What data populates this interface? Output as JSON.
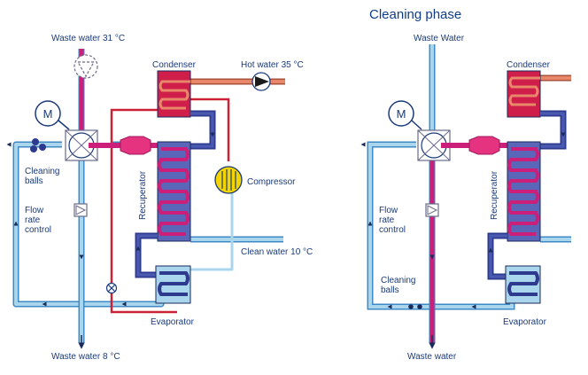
{
  "colors": {
    "waste": "#cc1f7a",
    "clean": "#a9d6ec",
    "clean_edge": "#3f89c4",
    "hot": "#e8876a",
    "dark": "#2e3a8e",
    "condenser": "#cf1e4a",
    "refrigerant": "#cc2238",
    "compressor": "#f5d500",
    "text": "#1a3a7a"
  },
  "left": {
    "labels": {
      "waste_in": "Waste water 31 °C",
      "condenser": "Condenser",
      "hot_water": "Hot water 35 °C",
      "motor": "M",
      "cleaning_balls": "Cleaning balls",
      "flow_rate": "Flow rate control",
      "recuperator": "Recuperator",
      "compressor": "Compressor",
      "clean_water": "Clean water 10 °C",
      "evaporator": "Evaporator",
      "waste_out": "Waste water 8 °C"
    }
  },
  "right": {
    "title": "Cleaning phase",
    "labels": {
      "waste_in": "Waste Water",
      "condenser": "Condenser",
      "motor": "M",
      "recuperator": "Recuperator",
      "flow_rate": "Flow rate control",
      "cleaning_balls": "Cleaning balls",
      "evaporator": "Evaporator",
      "waste_out": "Waste water"
    }
  }
}
